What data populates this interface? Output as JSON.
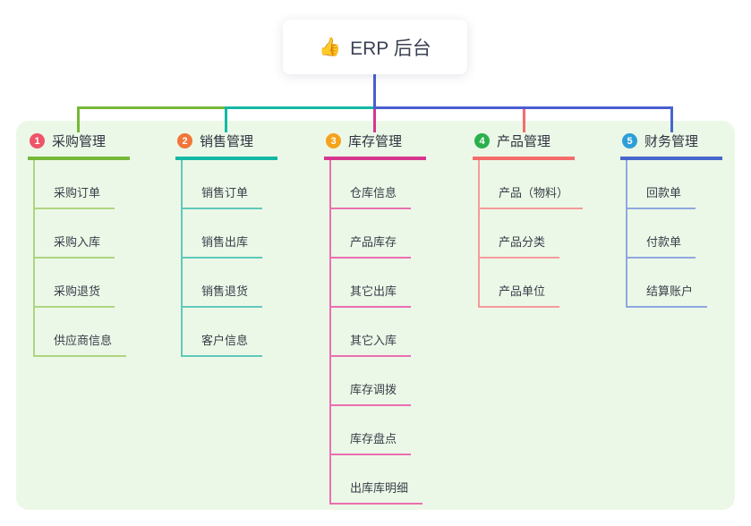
{
  "root": {
    "icon": "👍",
    "title": "ERP 后台"
  },
  "connector": {
    "stem_color": "#4a5ed0",
    "bus_green": "#76b83a",
    "bus_teal": "#14b8a6",
    "bus_blue": "#4a5ed0"
  },
  "panel_color": "#ecf8e7",
  "branches": [
    {
      "num": "1",
      "label": "采购管理",
      "badge_color": "#ef5568",
      "line_color": "#76b83a",
      "child_line_color": "#aed581",
      "children": [
        "采购订单",
        "采购入库",
        "采购退货",
        "供应商信息"
      ]
    },
    {
      "num": "2",
      "label": "销售管理",
      "badge_color": "#f2753a",
      "line_color": "#14b8a6",
      "child_line_color": "#5fc9bb",
      "children": [
        "销售订单",
        "销售出库",
        "销售退货",
        "客户信息"
      ]
    },
    {
      "num": "3",
      "label": "库存管理",
      "badge_color": "#f5a31d",
      "line_color": "#d6368f",
      "child_line_color": "#ea6fb1",
      "children": [
        "仓库信息",
        "产品库存",
        "其它出库",
        "其它入库",
        "库存调拨",
        "库存盘点",
        "出库库明细"
      ]
    },
    {
      "num": "4",
      "label": "产品管理",
      "badge_color": "#2bb14c",
      "line_color": "#f56c6c",
      "child_line_color": "#f59b9b",
      "children": [
        "产品（物料）",
        "产品分类",
        "产品单位"
      ]
    },
    {
      "num": "5",
      "label": "财务管理",
      "badge_color": "#2d9fd8",
      "line_color": "#4766cd",
      "child_line_color": "#8fa7e0",
      "children": [
        "回款单",
        "付款单",
        "结算账户"
      ]
    }
  ]
}
